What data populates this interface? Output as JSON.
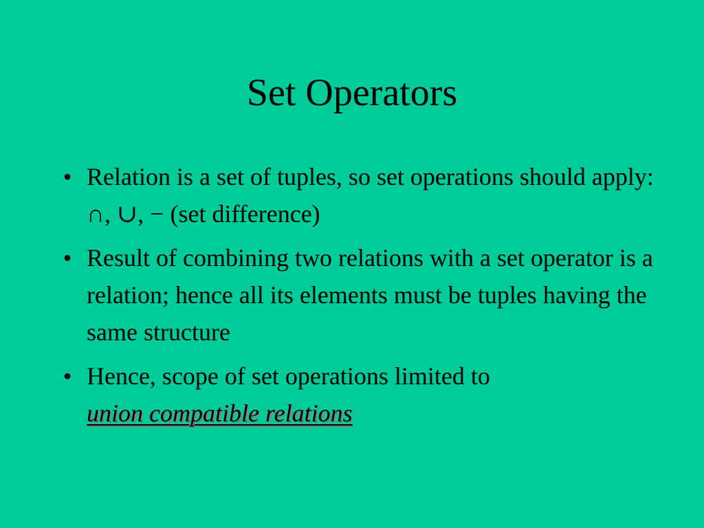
{
  "slide": {
    "title": "Set Operators",
    "bullet_char": "•",
    "bullets": [
      {
        "text": "Relation is a set of tuples, so set operations should apply:  ∩, ∪, − (set difference)"
      },
      {
        "text": "Result of combining two relations with a set operator is a relation; hence all its elements must be tuples having the same structure"
      },
      {
        "text": "Hence, scope of set operations limited to ",
        "emphasis": "union compatible relations"
      }
    ]
  }
}
